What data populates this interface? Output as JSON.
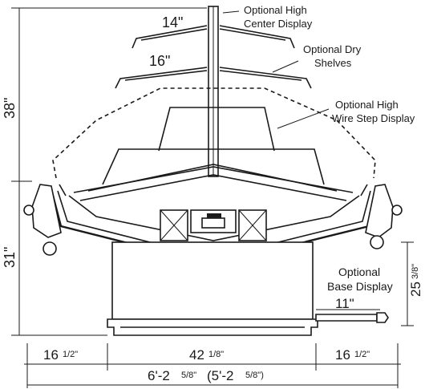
{
  "callouts": {
    "high_center_l1": "Optional High",
    "high_center_l2": "Center Display",
    "dry_shelves_l1": "Optional Dry",
    "dry_shelves_l2": "Shelves",
    "wire_step_l1": "Optional High",
    "wire_step_l2": "Wire Step Display",
    "base_display_l1": "Optional",
    "base_display_l2": "Base Display"
  },
  "dimensions": {
    "shelf_upper": "14\"",
    "shelf_lower": "16\"",
    "height_upper": "38\"",
    "height_lower": "31\"",
    "base_height_whole": "25",
    "base_height_frac": "3/8\"",
    "base_depth": "11\"",
    "side_left_whole": "16",
    "side_left_frac": "1/2\"",
    "center_whole": "42",
    "center_frac": "1/8\"",
    "side_right_whole": "16",
    "side_right_frac": "1/2\"",
    "total_a": "6'-2",
    "total_a_frac": "5/8\"",
    "total_b": "(5'-2",
    "total_b_frac": "5/8\")"
  }
}
